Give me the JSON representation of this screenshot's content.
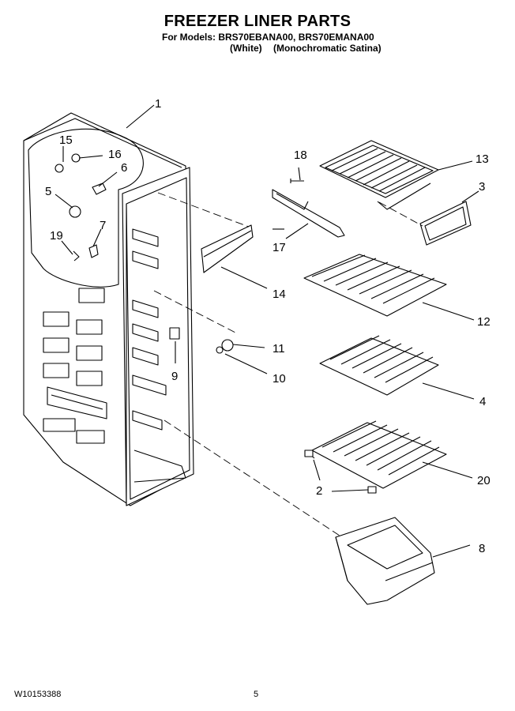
{
  "header": {
    "title": "FREEZER LINER PARTS",
    "models_line": "For Models: BRS70EBANA00, BRS70EMANA00",
    "variant_1": "(White)",
    "variant_2": "(Monochromatic Satina)"
  },
  "callouts": {
    "c1": "1",
    "c2a": "2",
    "c3": "3",
    "c4": "4",
    "c5": "5",
    "c6": "6",
    "c7": "7",
    "c8": "8",
    "c9": "9",
    "c10": "10",
    "c11": "11",
    "c12": "12",
    "c13": "13",
    "c14": "14",
    "c15": "15",
    "c16": "16",
    "c17": "17",
    "c18": "18",
    "c19": "19",
    "c20": "20"
  },
  "footer": {
    "doc_number": "W10153388",
    "page_number": "5"
  }
}
